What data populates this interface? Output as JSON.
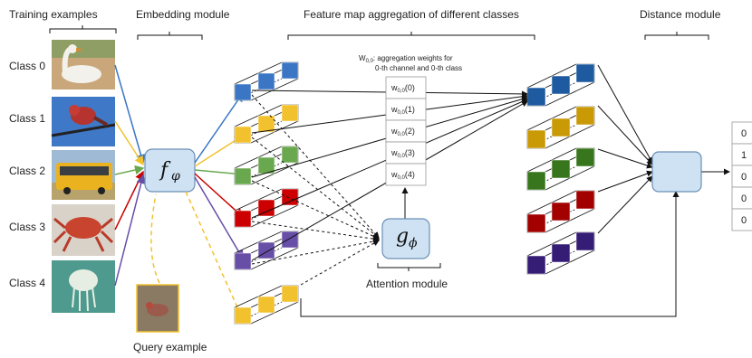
{
  "headers": {
    "training": "Training examples",
    "embedding": "Embedding module",
    "aggregation": "Feature map aggregation of different classes",
    "distance": "Distance module"
  },
  "classes": [
    "Class 0",
    "Class 1",
    "Class 2",
    "Class 3",
    "Class 4"
  ],
  "class_images": [
    "goose",
    "red bird",
    "bus",
    "crab",
    "jellyfish"
  ],
  "query_image": "small bird",
  "query_label": "Query example",
  "embed_symbol": "f",
  "embed_subscript": "φ",
  "attention_symbol": "g",
  "attention_subscript": "ϕ",
  "attention_label": "Attention module",
  "weights_title_line1": "W",
  "weights_title_sub": "0,0",
  "weights_title_rest": ": aggregation weights for",
  "weights_title_line2": "0-th channel and 0-th class",
  "weights": [
    {
      "base": "w",
      "sub": "0,0",
      "idx": "(0)"
    },
    {
      "base": "w",
      "sub": "0,0",
      "idx": "(1)"
    },
    {
      "base": "w",
      "sub": "0,0",
      "idx": "(2)"
    },
    {
      "base": "w",
      "sub": "0,0",
      "idx": "(3)"
    },
    {
      "base": "w",
      "sub": "0,0",
      "idx": "(4)"
    }
  ],
  "output_values": [
    "0",
    "1",
    "0",
    "0",
    "0"
  ],
  "colors": {
    "class0": "#3a76c4",
    "class1": "#f2c12e",
    "class2": "#6aa84f",
    "class3": "#cc0000",
    "class4": "#674ea7",
    "agg0": "#1e5aa0",
    "agg1": "#c99a06",
    "agg2": "#38761d",
    "agg3": "#a30000",
    "agg4": "#351c75",
    "module_fill": "#cfe2f3",
    "query": "#f2c12e"
  }
}
